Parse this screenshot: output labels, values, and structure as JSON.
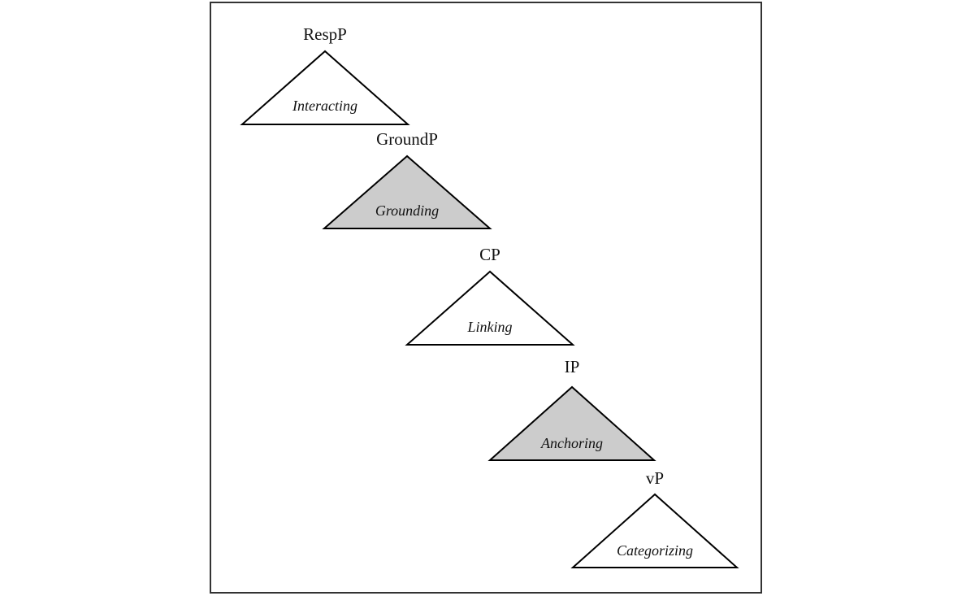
{
  "colors": {
    "white_fill": "#ffffff",
    "shaded_fill": "#cccccc",
    "stroke": "#000000",
    "frame": "#333333"
  },
  "nodes": [
    {
      "label": "RespP",
      "domain": "Interacting",
      "shaded": false
    },
    {
      "label": "GroundP",
      "domain": "Grounding",
      "shaded": true
    },
    {
      "label": "CP",
      "domain": "Linking",
      "shaded": false
    },
    {
      "label": "IP",
      "domain": "Anchoring",
      "shaded": true
    },
    {
      "label": "vP",
      "domain": "Categorizing",
      "shaded": false
    }
  ]
}
